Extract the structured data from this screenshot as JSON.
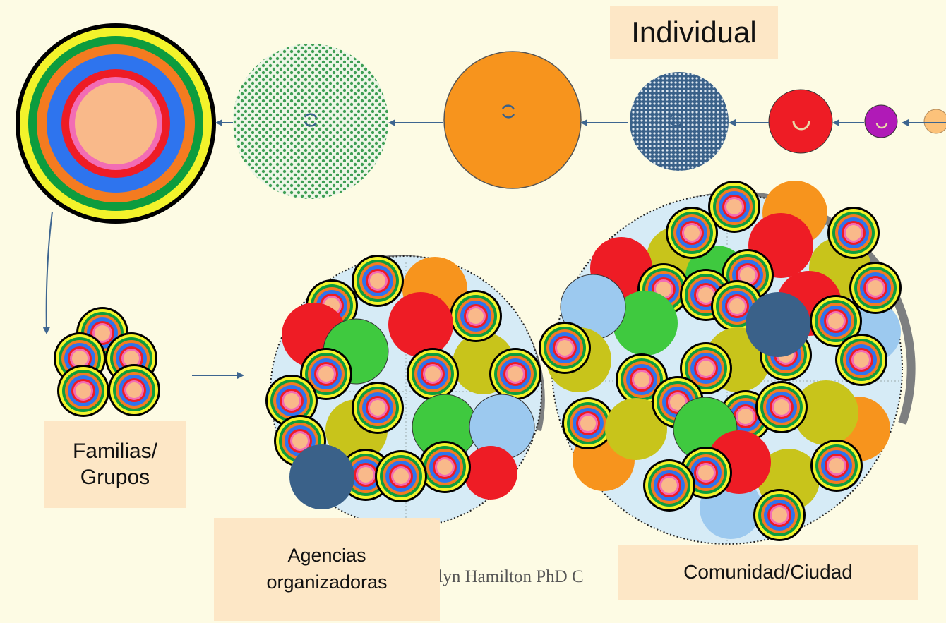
{
  "labels": {
    "individual": "Individual",
    "familias_line1": "Familias/",
    "familias_line2": "Grupos",
    "agencias_line1": "Agencias",
    "agencias_line2": "organizadoras",
    "comunidad": "Comunidad/Ciudad"
  },
  "credit": "arilyn Hamilton  PhD C",
  "colors": {
    "background": "#fdfbe4",
    "label_box": "#fde7c6",
    "arrow": "#3d6590",
    "peach": "#f9b98a",
    "pink": "#f26cb4",
    "red": "#ee1c25",
    "blue": "#2e74ee",
    "orange": "#f47b20",
    "green": "#0d9c3e",
    "yellow": "#f3f32b",
    "navy": "#3a6189",
    "lightblue": "#9cc9ef",
    "olive": "#c8c41b",
    "bright_green": "#3fc93f",
    "purple": "#b01ab7"
  }
}
